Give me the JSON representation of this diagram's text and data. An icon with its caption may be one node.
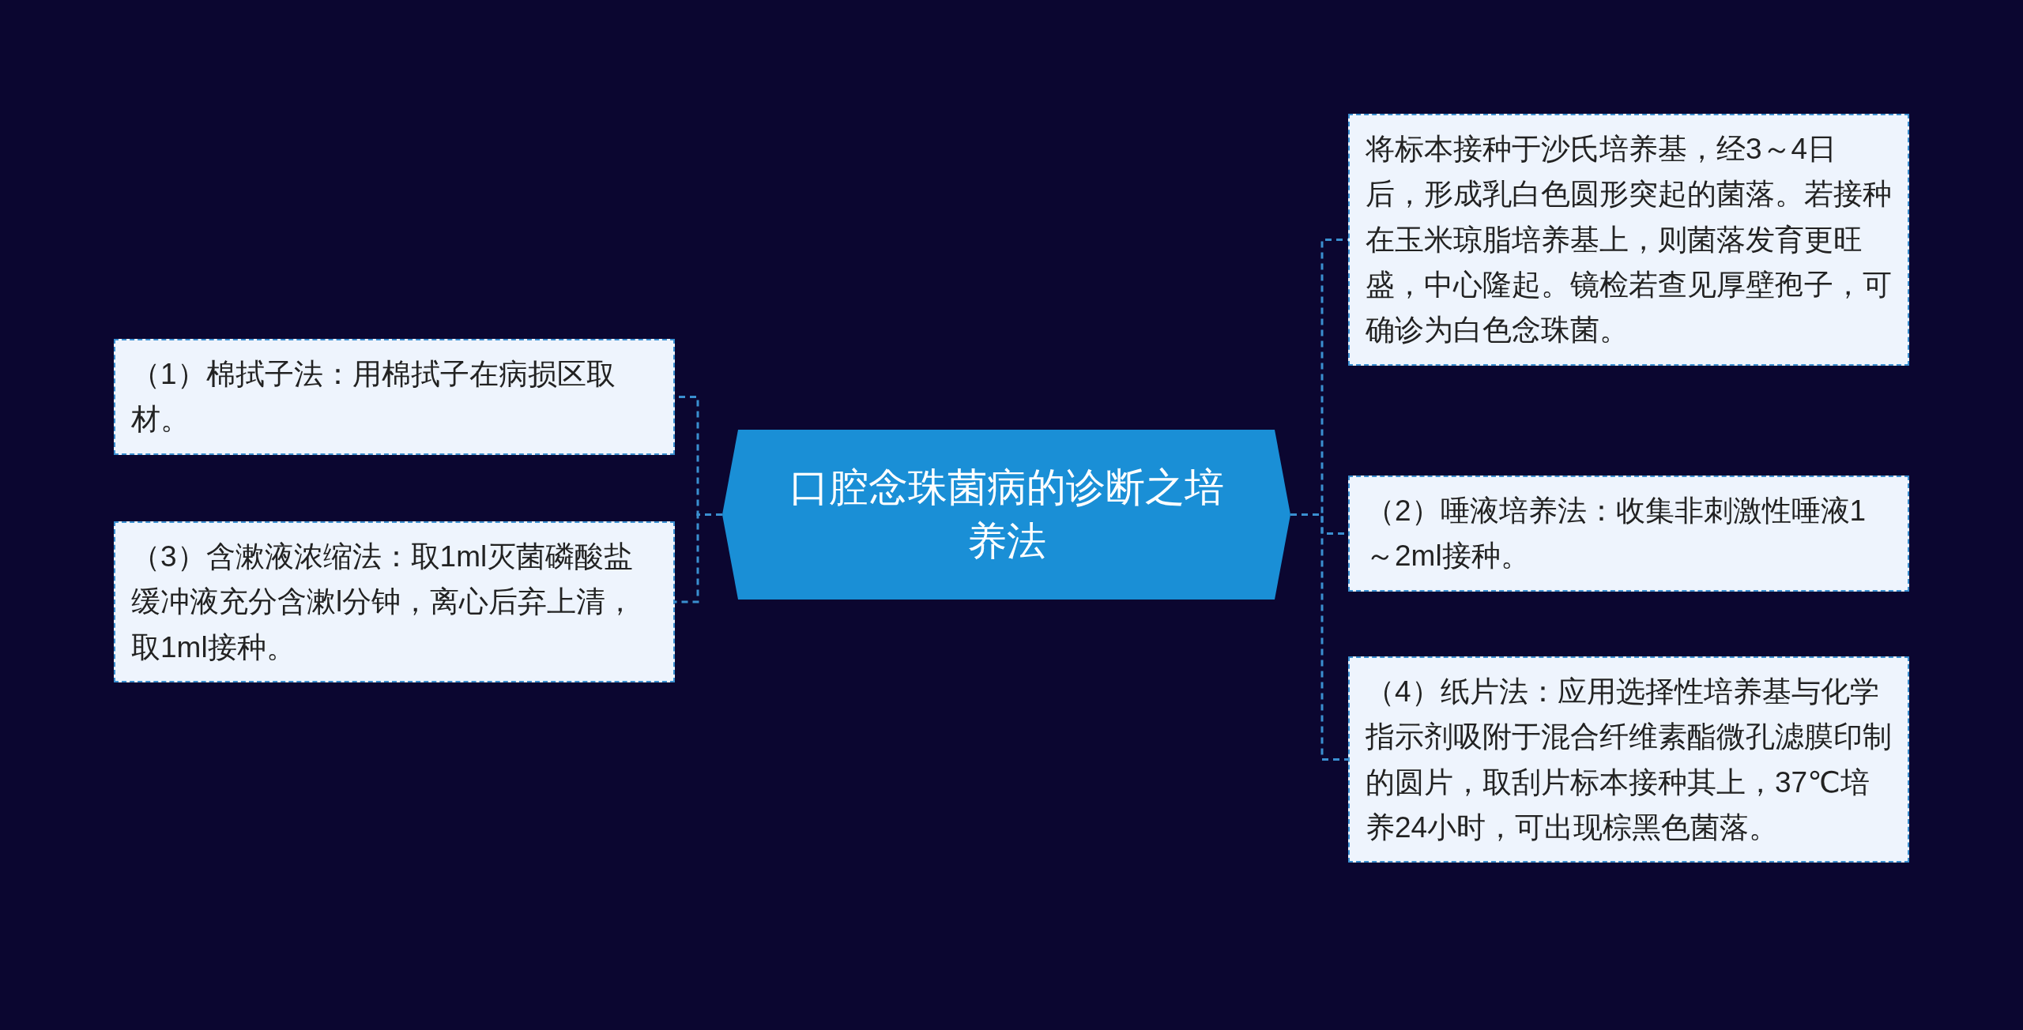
{
  "diagram": {
    "nodes": [
      {
        "text": [
          "口腔念珠菌病的诊断之培养法"
        ]
      },
      {
        "text": [
          "（1）棉拭子法：用棉拭子在病损区取材。"
        ]
      },
      {
        "text": [
          "（3）含漱液浓缩法：取1ml灭菌磷酸盐缓冲液充分含漱l分钟，离心后弃上清，取1ml接种。"
        ]
      },
      {
        "text": [
          "将标本接种于沙氏培养基，经3～4日后，形成乳白色圆形突起的菌落。若接种在玉米琼脂培养基上，则菌落发育更旺盛，中心隆起。镜检若查见厚壁孢子，可确诊为白色念珠菌。"
        ]
      },
      {
        "text": [
          "（2）唾液培养法：收集非刺激性唾液1～2ml接种。"
        ]
      },
      {
        "text": [
          "（4）纸片法：应用选择性培养基与化学指示剂吸附于混合纤维素酯微孔滤膜印制的圆片，取刮片标本接种其上，37℃培养24小时，可出现棕黑色菌落。"
        ]
      }
    ],
    "edges": [
      {
        "from": 0,
        "to": 1,
        "arrow": "none",
        "style": "dashed"
      },
      {
        "from": 0,
        "to": 2,
        "arrow": "none",
        "style": "dashed"
      },
      {
        "from": 0,
        "to": 3,
        "arrow": "none",
        "style": "dashed"
      },
      {
        "from": 0,
        "to": 4,
        "arrow": "none",
        "style": "dashed"
      },
      {
        "from": 0,
        "to": 5,
        "arrow": "none",
        "style": "dashed"
      }
    ]
  }
}
